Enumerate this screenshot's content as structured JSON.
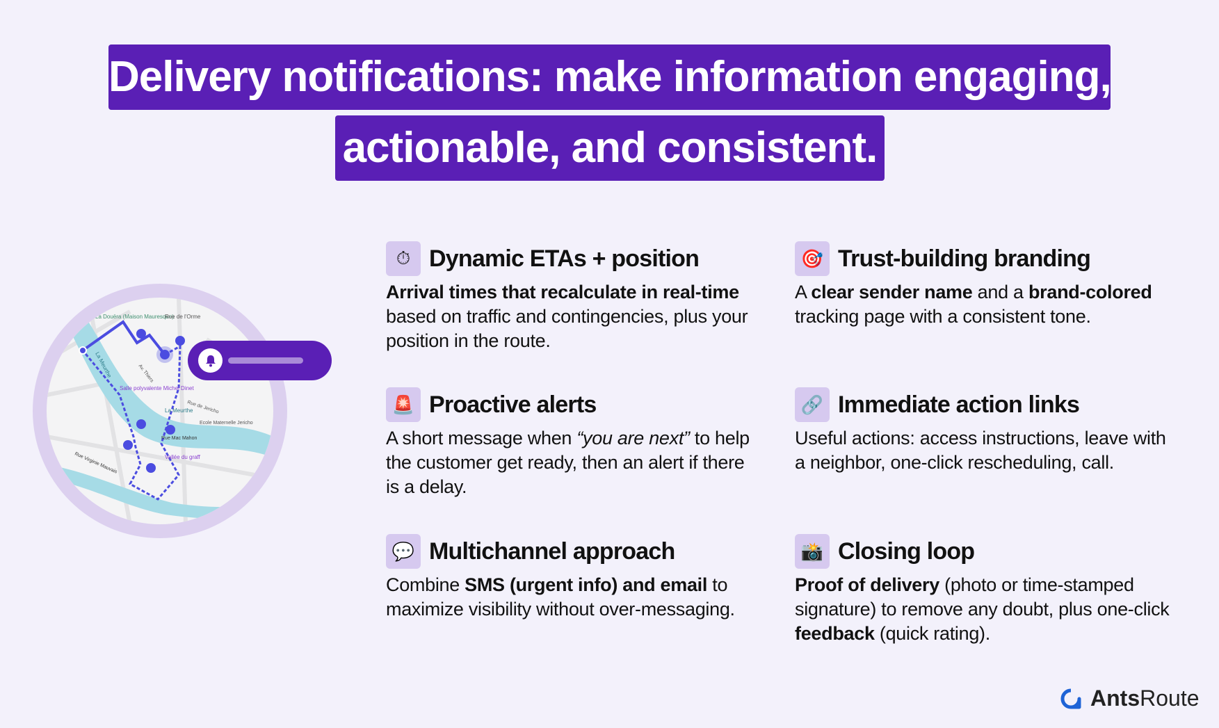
{
  "title": {
    "line1": "Delivery notifications: make information engaging,",
    "line2": "actionable, and consistent."
  },
  "colors": {
    "accent": "#5a1fb5",
    "background": "#f3f1fb",
    "icon_bg": "#d6c9ef",
    "route": "#4b4ce0",
    "river": "#a6dbe6"
  },
  "map": {
    "labels": [
      "La Douëra (Maison Mauresque)",
      "Rue de l'Orme",
      "La Meurthe",
      "Av. Thiers",
      "Salle polyvalente Michel Dinet",
      "Rue de Jericho",
      "La Meurthe",
      "Ecole Maternelle Jericho",
      "Rue Mac Mahon",
      "Rue Virginie Mauvais",
      "Vallée du graff"
    ]
  },
  "features": [
    {
      "icon": "stopwatch-icon",
      "glyph": "⏱",
      "title": "Dynamic ETAs + position",
      "body": [
        {
          "t": "Arrival times that recalculate in real-time",
          "b": true
        },
        {
          "t": " based on traffic and contingencies, plus your position in the route.",
          "b": false
        }
      ]
    },
    {
      "icon": "target-icon",
      "glyph": "🎯",
      "title": "Trust-building branding",
      "body": [
        {
          "t": "A ",
          "b": false
        },
        {
          "t": "clear sender name",
          "b": true
        },
        {
          "t": " and a ",
          "b": false
        },
        {
          "t": "brand-colored",
          "b": true
        },
        {
          "t": " tracking page with a consistent tone.",
          "b": false
        }
      ]
    },
    {
      "icon": "siren-icon",
      "glyph": "🚨",
      "title": "Proactive alerts",
      "body": [
        {
          "t": "A short message when ",
          "b": false
        },
        {
          "t": "“you are next”",
          "i": true
        },
        {
          "t": " to help the customer get ready, then an alert if there is a delay.",
          "b": false
        }
      ]
    },
    {
      "icon": "link-icon",
      "glyph": "🔗",
      "title": "Immediate action links",
      "body": [
        {
          "t": "Useful actions: access instructions, leave with a neighbor, one-click rescheduling, call.",
          "b": false
        }
      ]
    },
    {
      "icon": "speech-bubble-icon",
      "glyph": "💬",
      "title": "Multichannel approach",
      "body": [
        {
          "t": "Combine ",
          "b": false
        },
        {
          "t": "SMS (urgent info) and email",
          "b": true
        },
        {
          "t": " to maximize visibility without over-messaging.",
          "b": false
        }
      ]
    },
    {
      "icon": "camera-flash-icon",
      "glyph": "📸",
      "title": "Closing loop",
      "body": [
        {
          "t": "Proof of delivery",
          "b": true
        },
        {
          "t": " (photo or time-stamped signature) to remove any doubt, plus one-click ",
          "b": false
        },
        {
          "t": "feedback",
          "b": true
        },
        {
          "t": " (quick rating).",
          "b": false
        }
      ]
    }
  ],
  "logo": {
    "bold": "Ants",
    "regular": "Route"
  }
}
